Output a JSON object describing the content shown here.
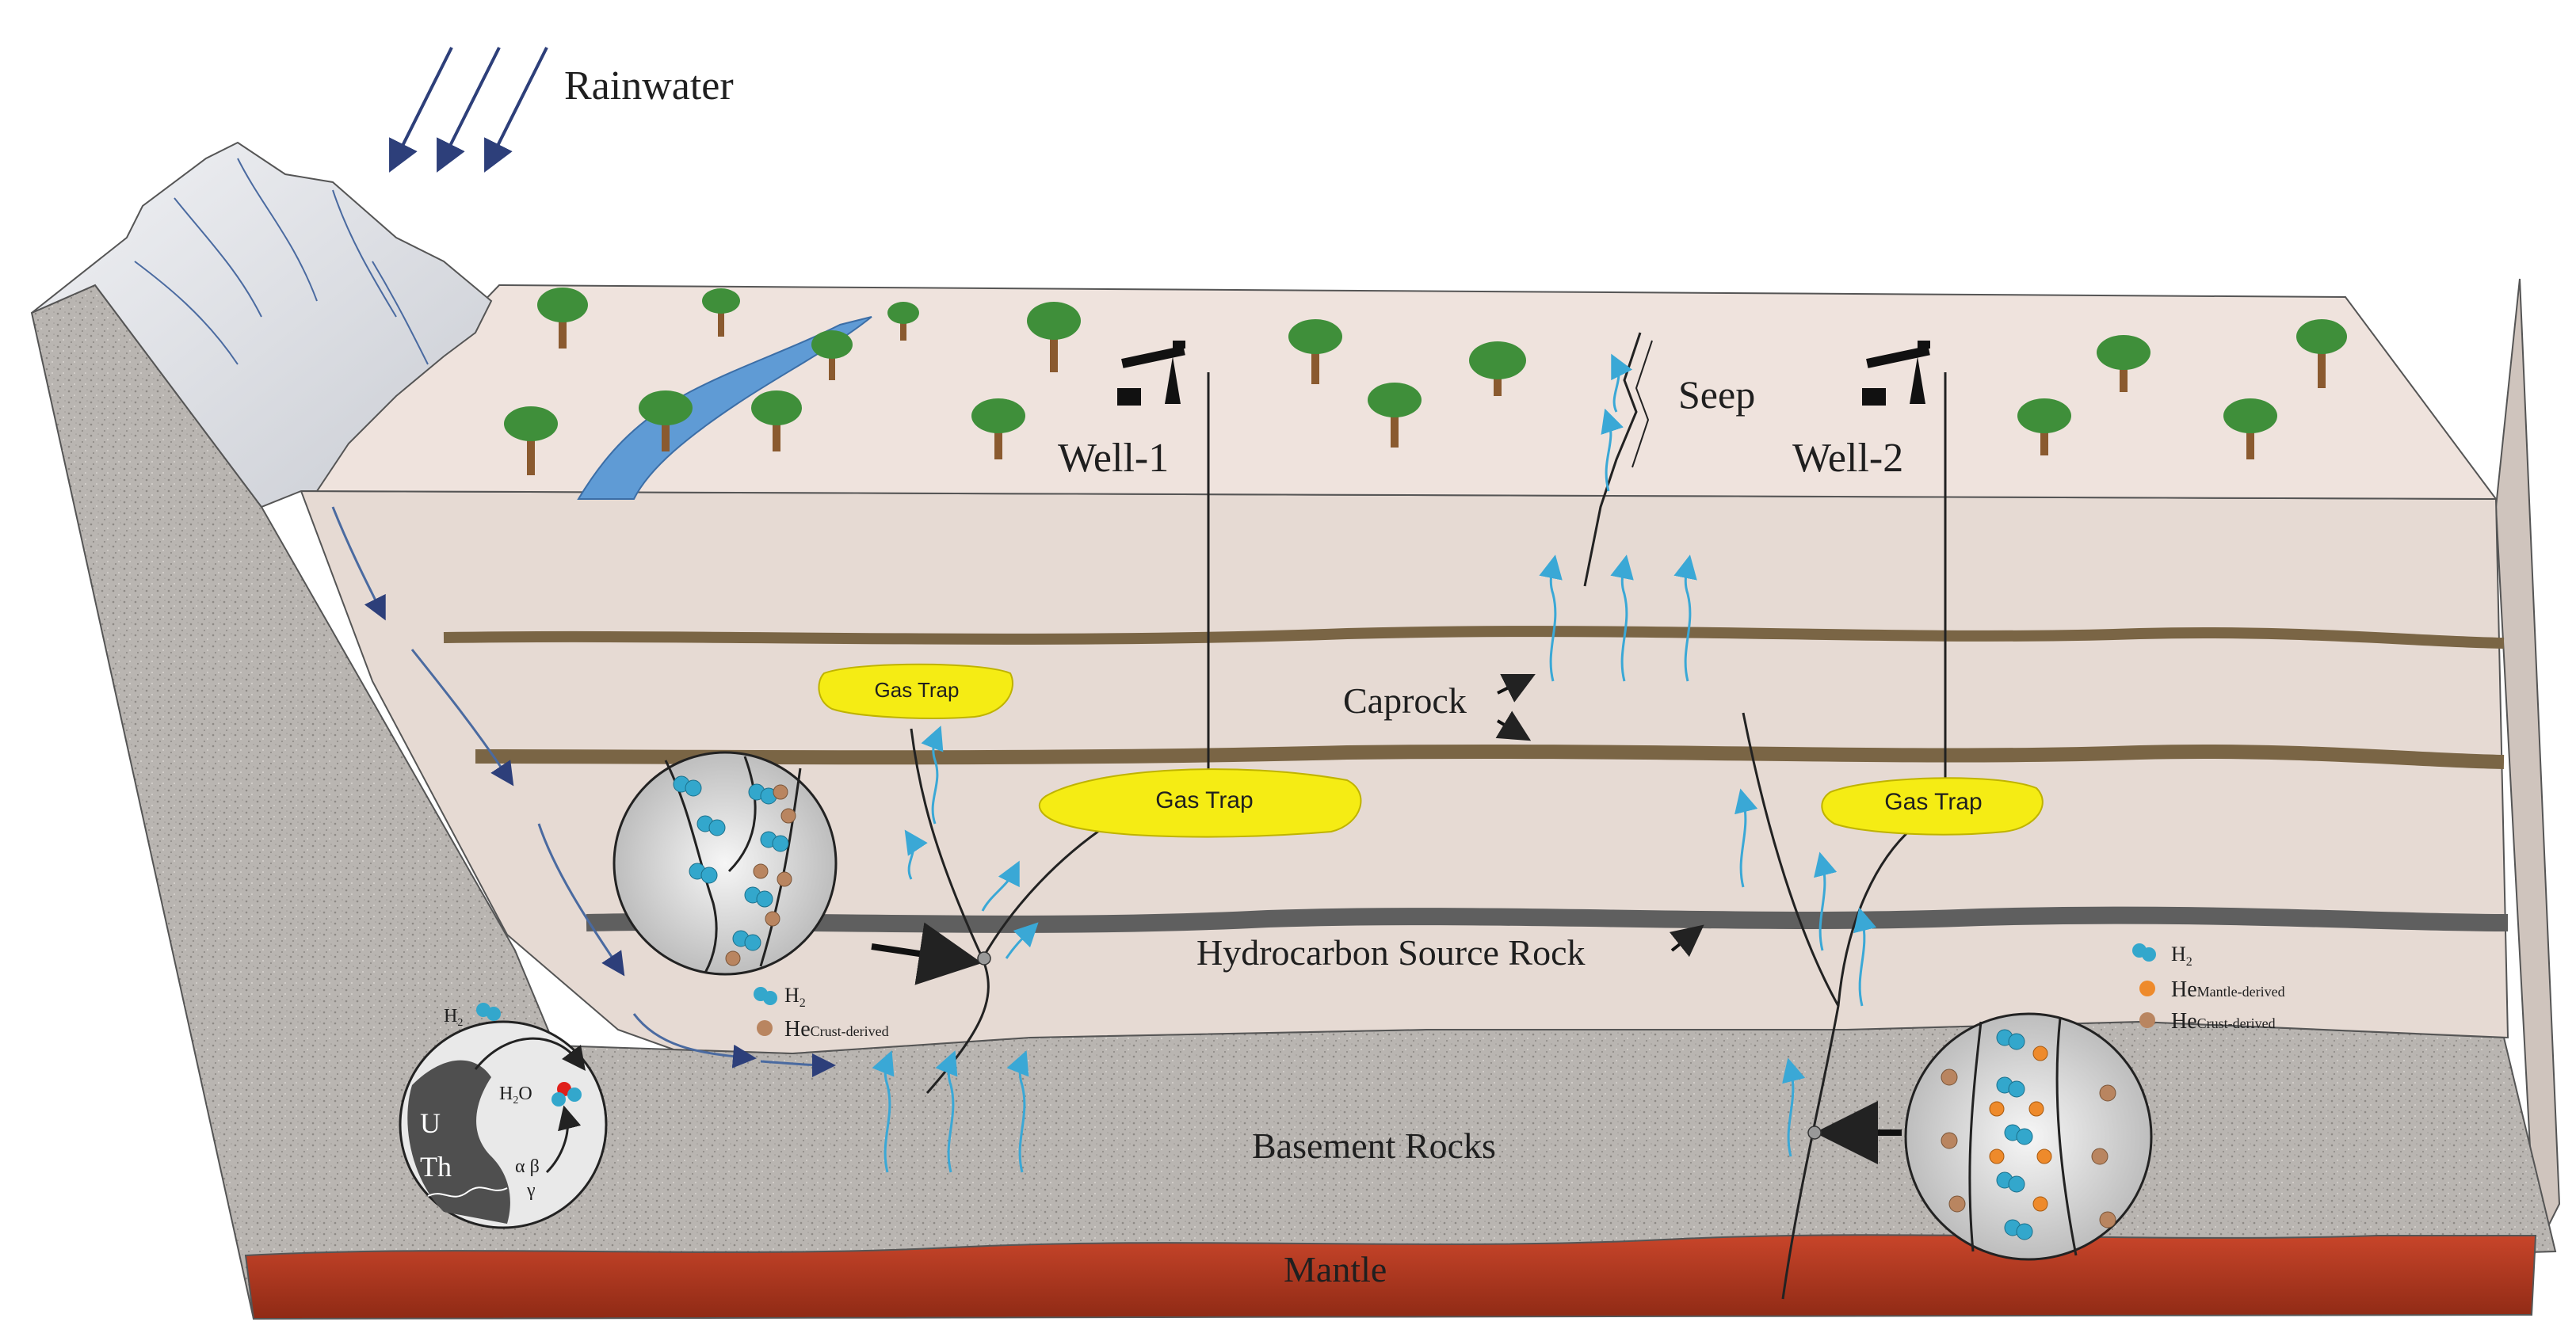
{
  "labels": {
    "rainwater": "Rainwater",
    "well1": "Well-1",
    "well2": "Well-2",
    "seep": "Seep",
    "caprock": "Caprock",
    "gas_trap_small": "Gas Trap",
    "gas_trap_center": "Gas Trap",
    "gas_trap_right": "Gas Trap",
    "hydrocarbon_source_rock": "Hydrocarbon Source Rock",
    "basement_rocks": "Basement Rocks",
    "mantle": "Mantle"
  },
  "legend_left": {
    "h2": "H",
    "h2_sub": "2",
    "he": "He",
    "he_sub": "Crust-derived"
  },
  "legend_right": {
    "h2": "H",
    "h2_sub": "2",
    "he_mantle": "He",
    "he_mantle_sub": "Mantle-derived",
    "he_crust": "He",
    "he_crust_sub": "Crust-derived"
  },
  "radiolysis_inset": {
    "u": "U",
    "th": "Th",
    "h2": "H",
    "h2_sub": "2",
    "h2o": "H",
    "h2o_sub": "2",
    "h2o_tail": "O",
    "alpha_beta": "α β",
    "gamma": "γ"
  },
  "colors": {
    "sky": "#ffffff",
    "surface": "#ece0da",
    "sediment": "#e6dad3",
    "caprock": "#7a6545",
    "source_rock": "#5f5f5f",
    "basement": "#b5b1ad",
    "mantle": "#b5381c",
    "gas_trap": "#f5ec14",
    "river": "#5f9bd5",
    "h2_molecule": "#33a7cc",
    "he_mantle": "#ee8a2b",
    "he_crust": "#b98560",
    "migration_arrow": "#3aa8d6",
    "tree_foliage": "#3f8f3a",
    "tree_trunk": "#8a5a2f"
  },
  "icons": [
    "rain-arrow-icon",
    "pumpjack-icon",
    "tree-icon",
    "migration-arrow-icon",
    "h2-molecule-icon",
    "helium-atom-icon",
    "black-arrow-icon"
  ]
}
